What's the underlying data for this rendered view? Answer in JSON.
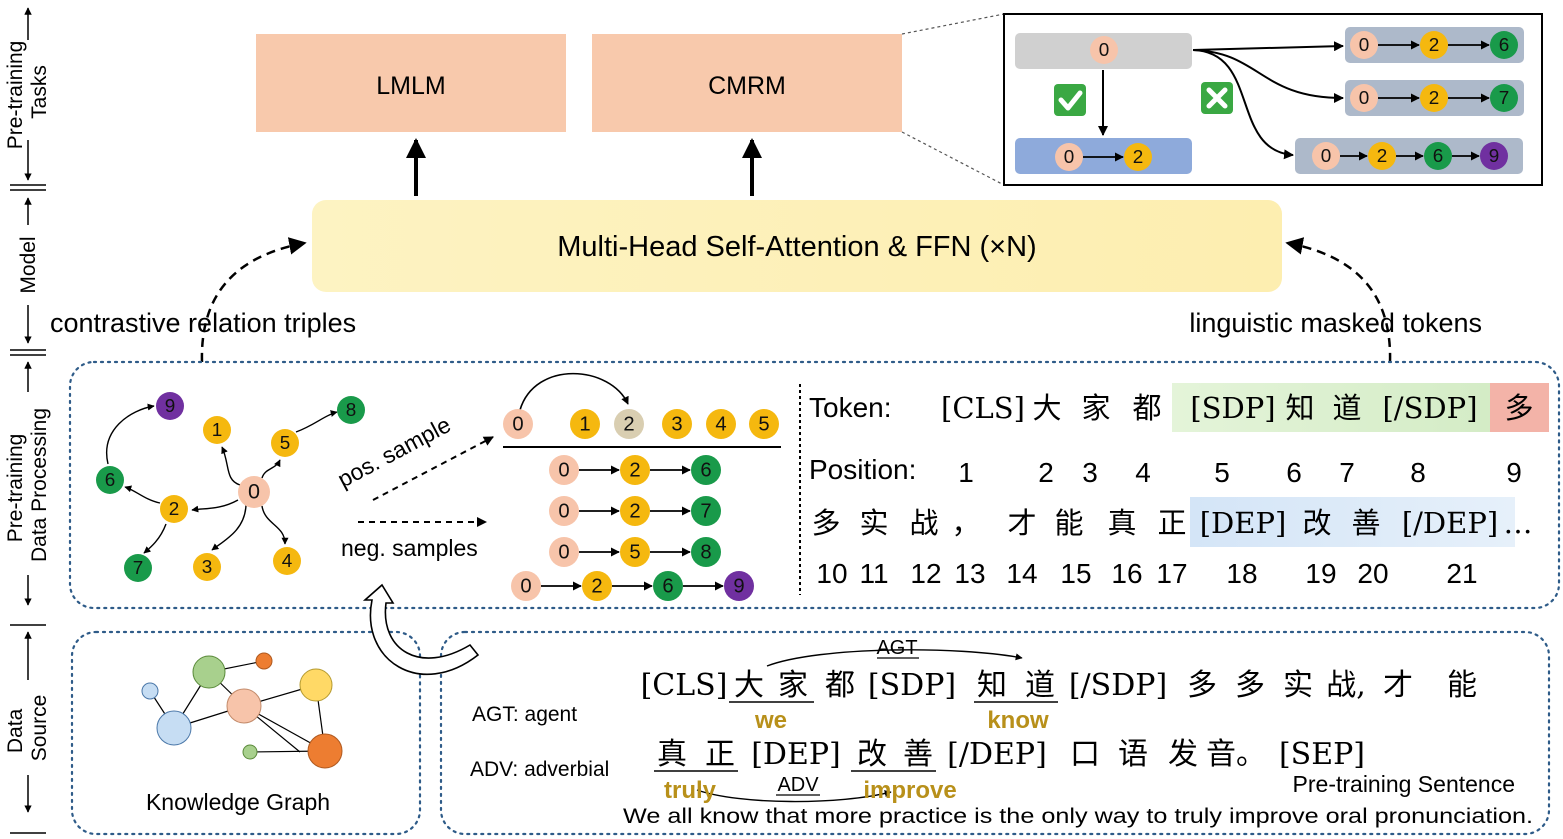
{
  "side_labels": {
    "tasks": "Pre-training\nTasks",
    "model": "Model",
    "data_processing": "Pre-training\nData Processing",
    "data_source": "Data\nSource"
  },
  "tasks": {
    "lmlm": "LMLM",
    "cmrm": "CMRM"
  },
  "model_box": {
    "label": "Multi-Head Self-Attention & FFN (×N)"
  },
  "side_titles": {
    "contrastive": "contrastive relation triples",
    "masked": "linguistic masked tokens"
  },
  "inset": {
    "anchor": "0",
    "positive": [
      "0",
      "2"
    ],
    "negatives": [
      [
        "0",
        "2",
        "6"
      ],
      [
        "0",
        "2",
        "7"
      ],
      [
        "0",
        "2",
        "6",
        "9"
      ]
    ],
    "check_icon": "check-icon",
    "cross_icon": "cross-icon"
  },
  "graph": {
    "center": "0",
    "nodes": [
      "9",
      "1",
      "5",
      "8",
      "6",
      "2",
      "7",
      "3",
      "4"
    ]
  },
  "sampling": {
    "pos_label": "pos. sample",
    "neg_label": "neg. samples",
    "sequence": [
      "0",
      "1",
      "2",
      "3",
      "4",
      "5"
    ],
    "paths": [
      [
        "0",
        "2",
        "6"
      ],
      [
        "0",
        "2",
        "7"
      ],
      [
        "0",
        "5",
        "8"
      ],
      [
        "0",
        "2",
        "6",
        "9"
      ]
    ]
  },
  "token_table": {
    "token_label": "Token:",
    "position_label": "Position:",
    "row1_tokens": [
      "[CLS]",
      "大",
      "家",
      "都",
      "[SDP]",
      "知",
      "道",
      "[/SDP]",
      "多"
    ],
    "row1_positions": [
      "1",
      "2",
      "3",
      "4",
      "5",
      "6",
      "7",
      "8",
      "9"
    ],
    "row2_tokens": [
      "多",
      "实",
      "战",
      "，",
      "才",
      "能",
      "真",
      "正",
      "[DEP]",
      "改",
      "善",
      "[/DEP]",
      "…"
    ],
    "row2_positions": [
      "10",
      "11",
      "12",
      "13",
      "14",
      "15",
      "16",
      "17",
      "18",
      "19",
      "20",
      "21"
    ]
  },
  "knowledge_graph": {
    "label": "Knowledge Graph"
  },
  "sentence": {
    "legend_agt": "AGT: agent",
    "legend_adv": "ADV: adverbial",
    "rel_agt": "AGT",
    "rel_adv": "ADV",
    "line1": [
      "[CLS]",
      "大",
      "家",
      "都",
      "[SDP]",
      "知",
      "道",
      "[/SDP]",
      "多",
      "多",
      "实",
      "战,",
      "才",
      "能"
    ],
    "line2": [
      "真",
      "正",
      "[DEP]",
      "改",
      "善",
      "[/DEP]",
      "口",
      "语",
      "发",
      "音。",
      "[SEP]"
    ],
    "gloss_we": "we",
    "gloss_know": "know",
    "gloss_truly": "truly",
    "gloss_improve": "improve",
    "title": "Pre-training  Sentence",
    "translation": "We all know that more practice is the only way to truly improve oral pronunciation."
  },
  "colors": {
    "task_box": "#f8c9ac",
    "model_box": "#fdf0b6",
    "peach": "#f7c4aa",
    "gold": "#f5b80f",
    "green": "#199a4a",
    "purple": "#7030a0",
    "tan": "#d9ceb1",
    "pos_bar": "#8eaadb",
    "neg_bar": "#adb9ca",
    "anchor_bar": "#d0d0d0",
    "sdp_fill": "#d8efcc",
    "dep_fill": "#d6e6f7",
    "mask_fill": "#f3b3a8",
    "gloss": "#b8901a",
    "dotted": "#2e5b88"
  }
}
